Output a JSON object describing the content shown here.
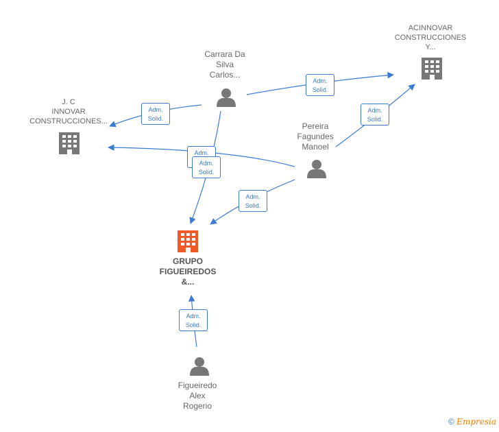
{
  "nodes": {
    "carrara": {
      "lines": [
        "Carrara Da",
        "Silva",
        "Carlos..."
      ]
    },
    "acinnovar": {
      "lines": [
        "ACINNOVAR",
        "CONSTRUCCIONES",
        "Y..."
      ]
    },
    "jc": {
      "lines": [
        "J. C",
        "INNOVAR",
        "CONSTRUCCIONES..."
      ]
    },
    "pereira": {
      "lines": [
        "Pereira",
        "Fagundes",
        "Manoel"
      ]
    },
    "grupo": {
      "lines": [
        "GRUPO",
        "FIGUEIREDOS",
        "&..."
      ]
    },
    "figueiredo": {
      "lines": [
        "Figueiredo",
        "Alex",
        "Rogerio"
      ]
    }
  },
  "edge_label": {
    "line1": "Adm.",
    "line2": "Solid."
  },
  "colors": {
    "edge": "#3a7bd5",
    "company": "#777777",
    "focus_company": "#f05a28",
    "person": "#777777"
  },
  "watermark": {
    "symbol": "©",
    "brand": "mpresia",
    "brand_initial": "E"
  }
}
